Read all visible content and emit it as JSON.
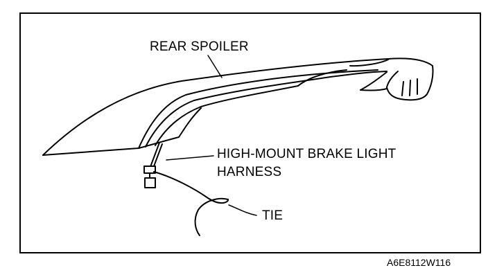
{
  "labels": {
    "rear_spoiler": "REAR SPOILER",
    "brake_light_line1": "HIGH-MOUNT BRAKE LIGHT",
    "brake_light_line2": "HARNESS",
    "tie": "TIE"
  },
  "figure_code": "A6E8112W116",
  "colors": {
    "ink": "#000000",
    "paper": "#ffffff"
  }
}
